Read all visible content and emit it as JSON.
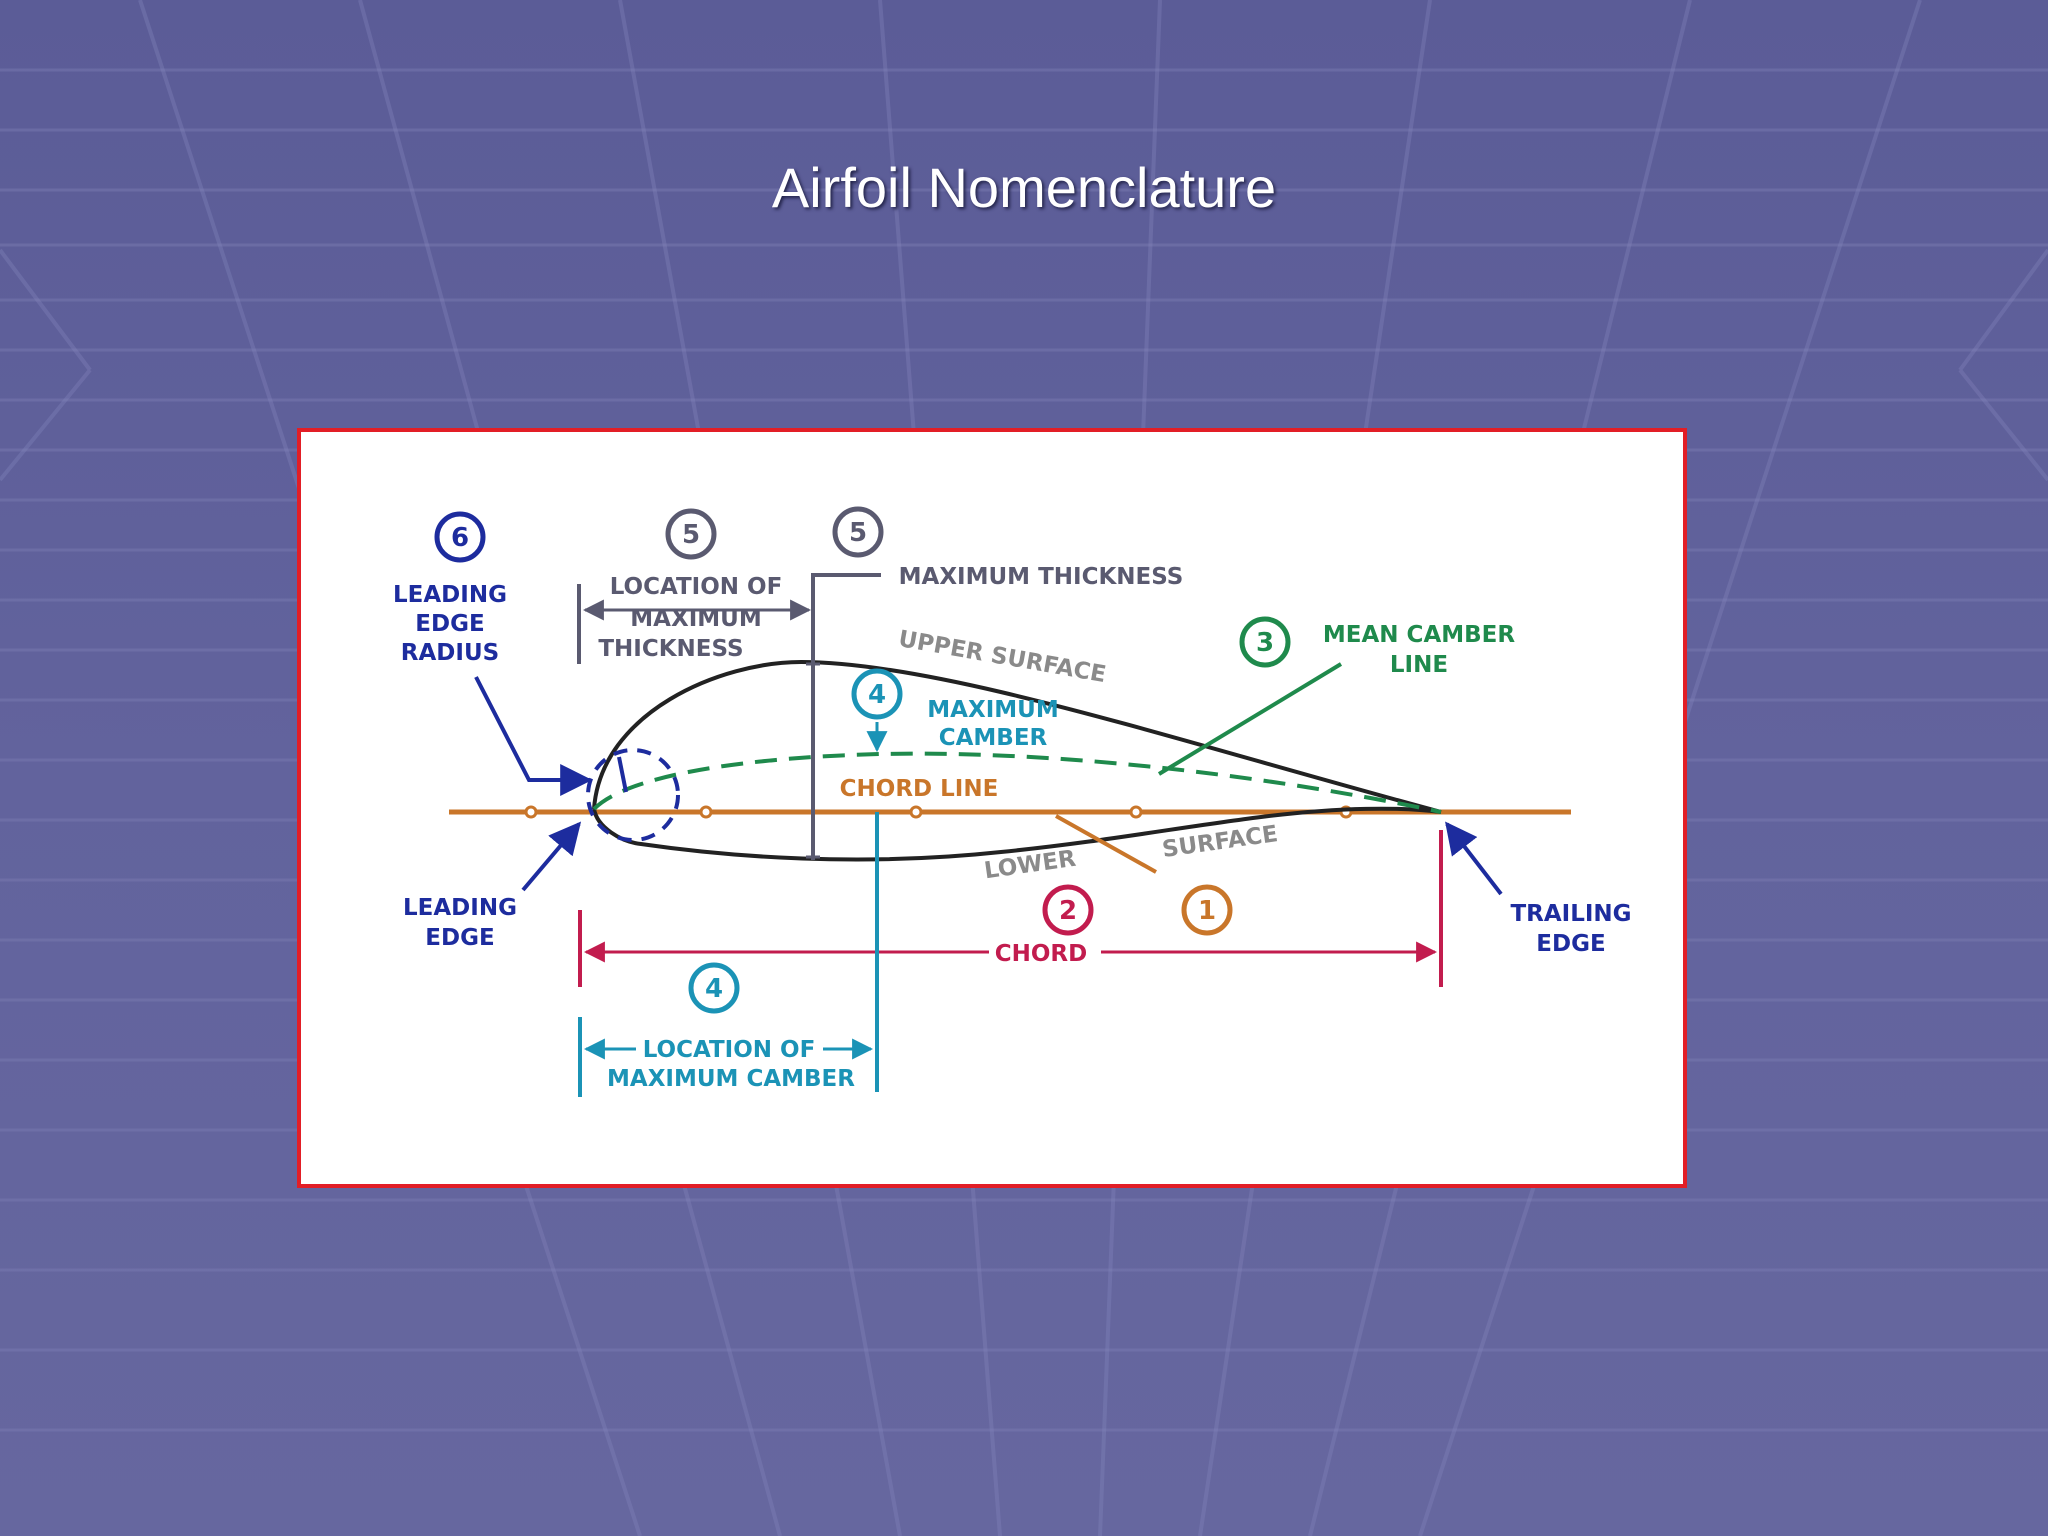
{
  "slide": {
    "title": "Airfoil Nomenclature"
  },
  "colors": {
    "background": "#5e5f98",
    "frame": "#e21e26",
    "airfoil": "#222222",
    "chord_line": "#c9762a",
    "mean_camber": "#1f8a4c",
    "chord": "#c21c4e",
    "camber": "#1b93b6",
    "leading_edge": "#1d2c9e",
    "thickness": "#5a5a70",
    "surface": "#8a8a8a"
  },
  "diagram": {
    "leading_edge_radius": {
      "number": "6",
      "lines": [
        "LEADING",
        "EDGE",
        "RADIUS"
      ]
    },
    "location_max_thickness": {
      "number": "5",
      "lines": [
        "LOCATION OF",
        "MAXIMUM",
        "THICKNESS"
      ]
    },
    "max_thickness": {
      "number": "5",
      "text": "MAXIMUM THICKNESS"
    },
    "upper_surface": "UPPER SURFACE",
    "max_camber": {
      "number": "4",
      "lines": [
        "MAXIMUM",
        "CAMBER"
      ]
    },
    "mean_camber_line": {
      "number": "3",
      "lines": [
        "MEAN CAMBER",
        "LINE"
      ]
    },
    "chord_line": "CHORD LINE",
    "lower_surface": {
      "lower": "LOWER",
      "surface": "SURFACE"
    },
    "surface_number": "1",
    "chord": {
      "number": "2",
      "text": "CHORD"
    },
    "leading_edge": [
      "LEADING",
      "EDGE"
    ],
    "trailing_edge": [
      "TRAILING",
      "EDGE"
    ],
    "location_max_camber": {
      "number": "4",
      "lines": [
        "LOCATION OF",
        "MAXIMUM CAMBER"
      ]
    }
  }
}
